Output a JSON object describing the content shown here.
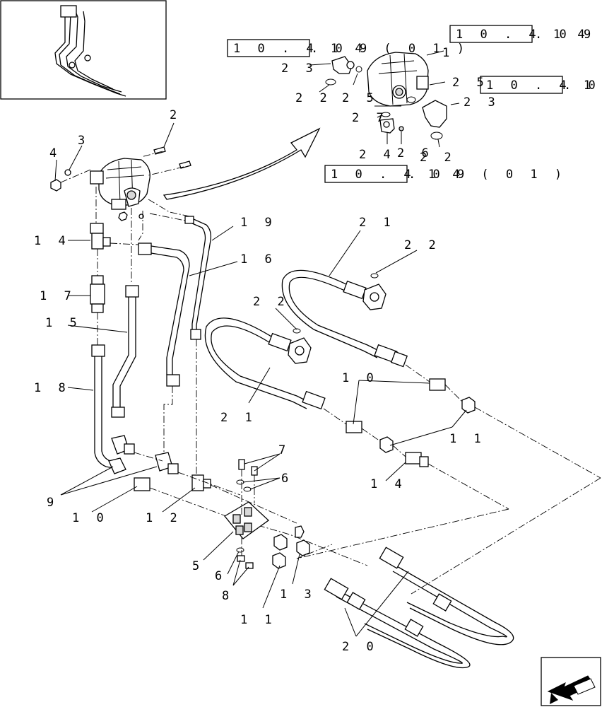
{
  "labels": {
    "l1": "1",
    "l2": "2",
    "l3": "3",
    "l4": "4",
    "l5": "5",
    "l6a": "6",
    "l6b": "6",
    "l7": "7",
    "l8": "8",
    "l9": "9",
    "l10a": "1 0",
    "l10b": "1 0",
    "l11a": "1 1",
    "l11b": "1 1",
    "l12": "1 2",
    "l13": "1 3",
    "l14a": "1 4",
    "l14b": "1 4",
    "l15": "1 5",
    "l16": "1 6",
    "l17": "1 7",
    "l18": "1 8",
    "l19": "1 9",
    "l20": "2 0",
    "l21a": "2 1",
    "l21b": "2 1",
    "l22a": "2 2",
    "l22b": "2 2",
    "l22c": "2 2",
    "l22d": "2 2",
    "l23a": "2 3",
    "l23b": "2 3",
    "l24": "2 4",
    "l25a": "2 5",
    "l25b": "2 5",
    "l26": "2 6",
    "l27": "2 7"
  },
  "references": {
    "ref_top": {
      "boxed": "1 0 . 4 1 4",
      "suffix": ". 0 9 ( 0 1"
    },
    "ref_left": {
      "boxed": "1 0 . 4 1 4",
      "suffix": ". 0 9 ( 0 1 )"
    },
    "ref_right": {
      "boxed": "1 0 . 4 1 4",
      "suffix": ". 0 9"
    },
    "ref_bottom": {
      "boxed": "1 0 . 4 1 4",
      "suffix": ". 0 9 ( 0 1 )"
    }
  },
  "icons": {
    "thumbnail": "assembly-thumbnail-icon",
    "nav": "next-page-arrow-icon"
  }
}
